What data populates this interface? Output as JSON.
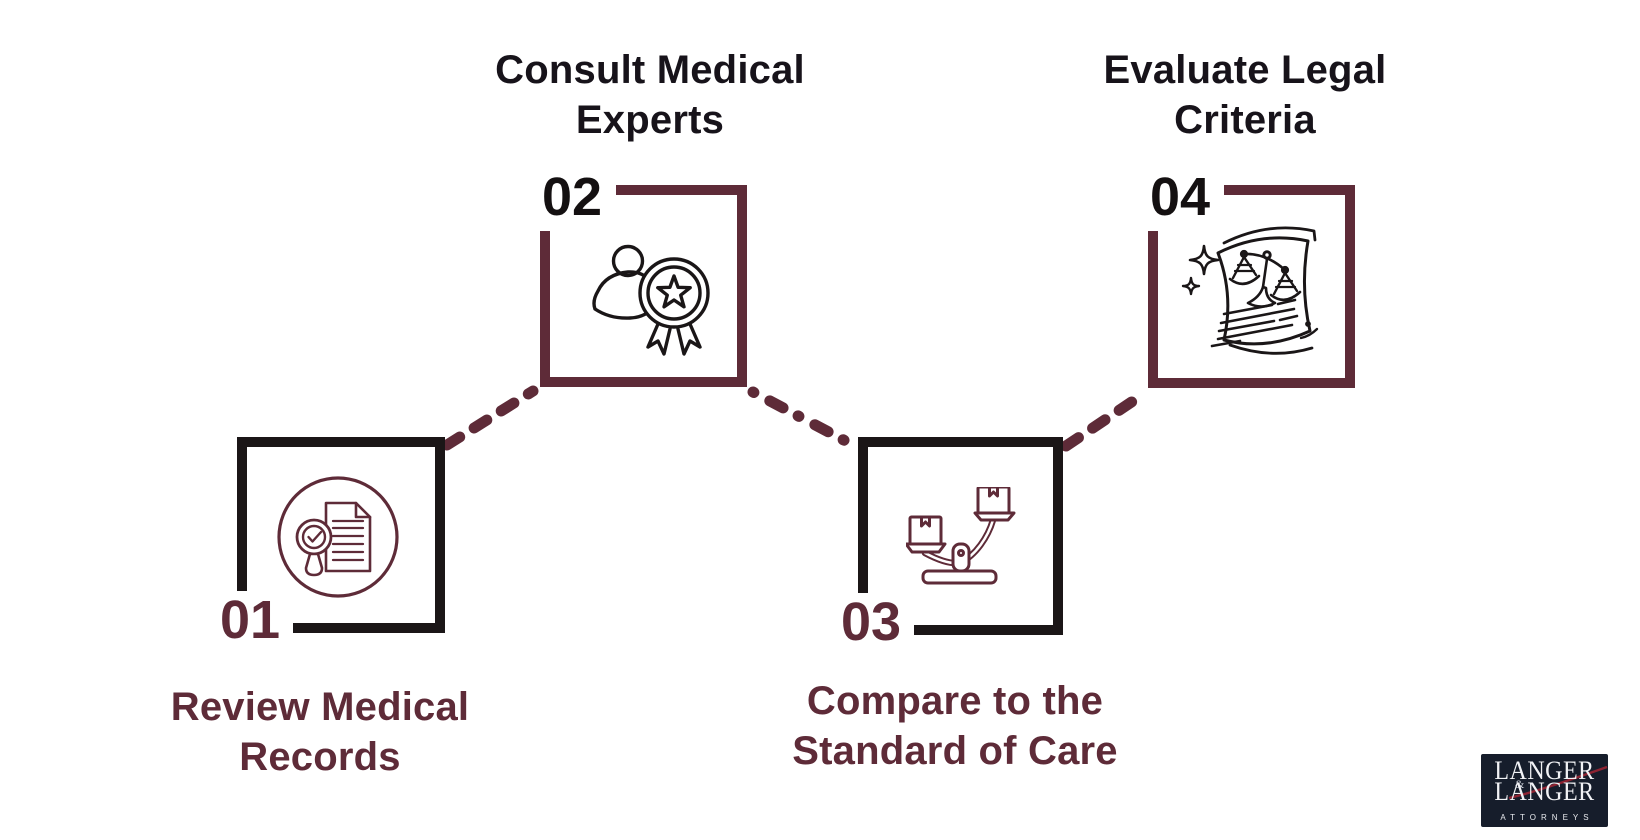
{
  "steps": [
    {
      "number": "01",
      "label": "Review Medical Records",
      "label_lines": [
        "Review Medical",
        "Records"
      ],
      "icon": "document-review-magnifier-icon"
    },
    {
      "number": "02",
      "label": "Consult Medical Experts",
      "label_lines": [
        "Consult Medical",
        "Experts"
      ],
      "icon": "expert-badge-person-icon"
    },
    {
      "number": "03",
      "label": "Compare to the Standard of Care",
      "label_lines": [
        "Compare to the",
        "Standard of Care"
      ],
      "icon": "balance-scale-packages-icon"
    },
    {
      "number": "04",
      "label": "Evaluate Legal Criteria",
      "label_lines": [
        "Evaluate Legal",
        "Criteria"
      ],
      "icon": "legal-document-scales-icon"
    }
  ],
  "colors": {
    "maroon": "#5e2b38",
    "ink": "#1b1617",
    "logo_bg": "#161d2b",
    "logo_red": "#8d2332"
  },
  "logo": {
    "name_top": "LANGER",
    "ampersand": "&",
    "name_bottom": "LANGER",
    "tagline": "ATTORNEYS"
  }
}
